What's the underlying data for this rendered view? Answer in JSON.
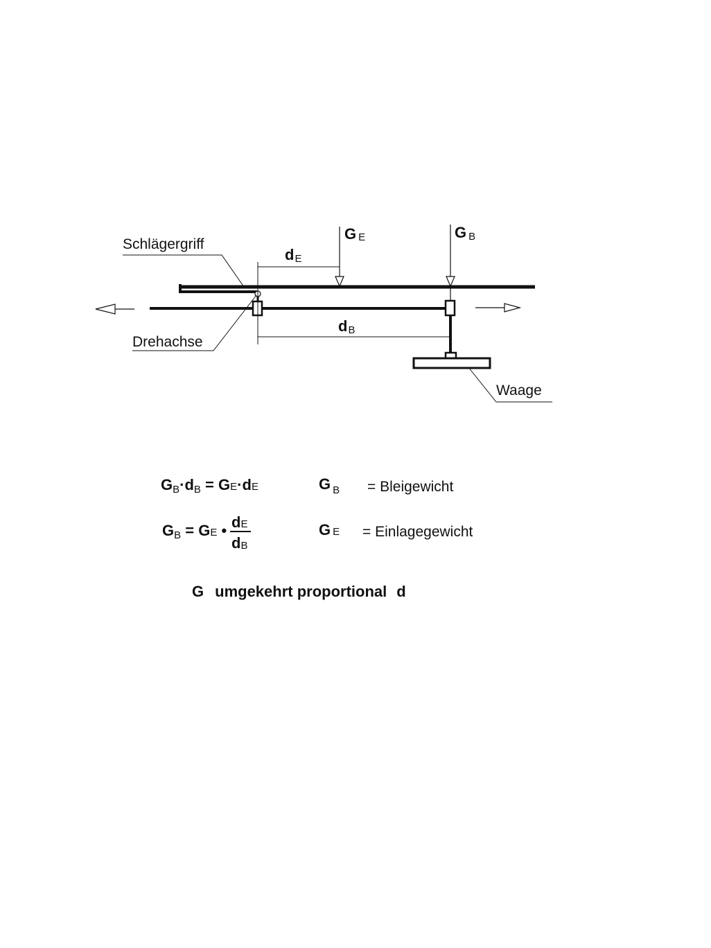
{
  "diagram": {
    "labels": {
      "handle": "Schlägergriff",
      "pivot": "Drehachse",
      "scale": "Waage"
    },
    "forces": {
      "ge": {
        "main": "G",
        "sub": "E"
      },
      "gb": {
        "main": "G",
        "sub": "B"
      }
    },
    "distances": {
      "de": {
        "main": "d",
        "sub": "E"
      },
      "db": {
        "main": "d",
        "sub": "B"
      }
    }
  },
  "formulas": {
    "eq1": {
      "g": "G",
      "b": "B",
      "dot": "·",
      "d": "d",
      "b2": "B",
      "eq": " = ",
      "g2": "G",
      "e": "E",
      "dot2": "·",
      "d2": "d",
      "e2": "E"
    },
    "eq2": {
      "g": "G",
      "b": "B",
      "eq": " = ",
      "g2": "G",
      "e": "E",
      "dot": " • ",
      "num_d": "d",
      "num_e": "E",
      "den_d": "d",
      "den_b": "B"
    },
    "legend": [
      {
        "symbol": "G",
        "sub": "B",
        "text": "= Bleigewicht"
      },
      {
        "symbol": "G",
        "sub": "E",
        "text": "= Einlagegewicht"
      }
    ],
    "conclusion": {
      "g": "G",
      "text": "umgekehrt proportional",
      "d": "d"
    }
  }
}
